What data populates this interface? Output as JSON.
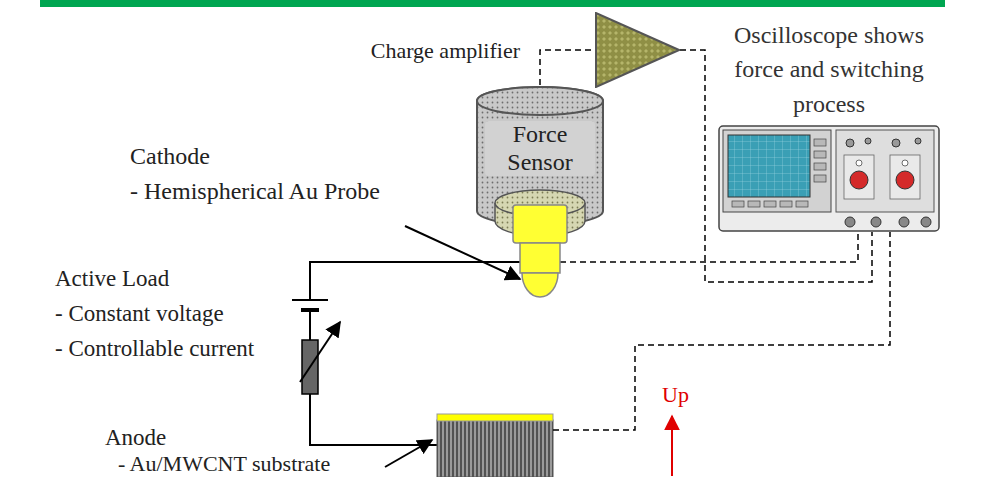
{
  "diagram": {
    "nodes": [
      {
        "text": [
          "Charge amplifier"
        ]
      },
      {
        "text": [
          "Force Sensor"
        ]
      },
      {
        "text": [
          "Oscilloscope shows force and switching process"
        ]
      }
    ],
    "edges": [
      {
        "from": 1,
        "to": 0,
        "arrow": "none"
      },
      {
        "from": 0,
        "to": 2,
        "arrow": "none"
      }
    ],
    "labels": [
      "Cathode",
      "- Hemispherical Au Probe",
      "Active Load",
      "- Constant voltage",
      "- Controllable current",
      "Anode",
      "- Au/MWCNT substrate",
      "Up"
    ]
  }
}
